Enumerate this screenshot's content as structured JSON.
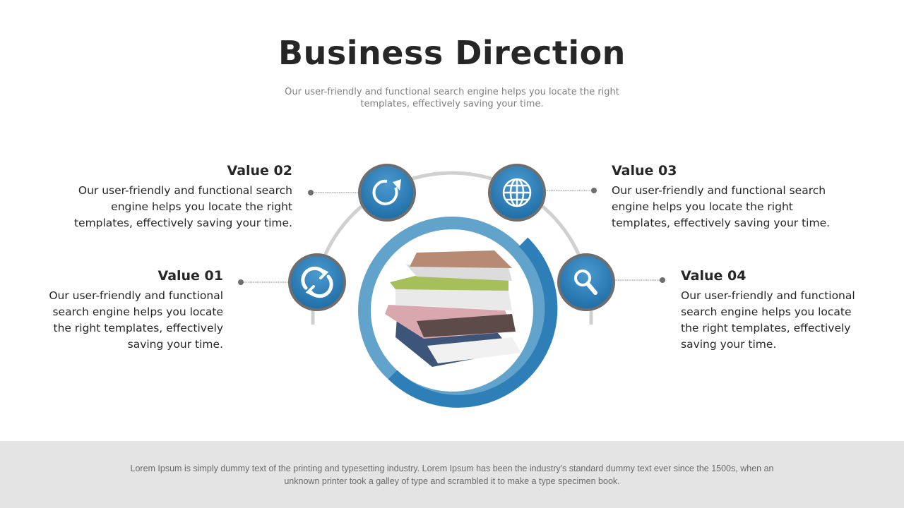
{
  "title": "Business Direction",
  "subtitle": "Our user-friendly and functional search engine helps you locate the right templates, effectively saving your time.",
  "values": [
    {
      "title": "Value 01",
      "text": "Our user-friendly and functional search engine helps you locate the right templates, effectively saving your time.",
      "icon": "swap-arrows-icon"
    },
    {
      "title": "Value 02",
      "text": "Our user-friendly and functional search engine helps you locate the right templates, effectively saving your time.",
      "icon": "refresh-icon"
    },
    {
      "title": "Value 03",
      "text": "Our user-friendly and functional search engine helps you locate the right templates, effectively saving your time.",
      "icon": "globe-icon"
    },
    {
      "title": "Value 04",
      "text": "Our user-friendly and functional search engine helps you locate the right templates, effectively saving your time.",
      "icon": "search-icon"
    }
  ],
  "footer": "Lorem Ipsum is simply dummy text of the printing and typesetting industry. Lorem Ipsum has been the industry's standard dummy text ever since the 1500s, when an unknown printer took a galley of type and scrambled it to make a type specimen book.",
  "colors": {
    "accent": "#2e7fb8",
    "accent_light": "#62a3cc",
    "ring_gray": "#d0d0d0",
    "icon_border": "#6e6e6e"
  }
}
